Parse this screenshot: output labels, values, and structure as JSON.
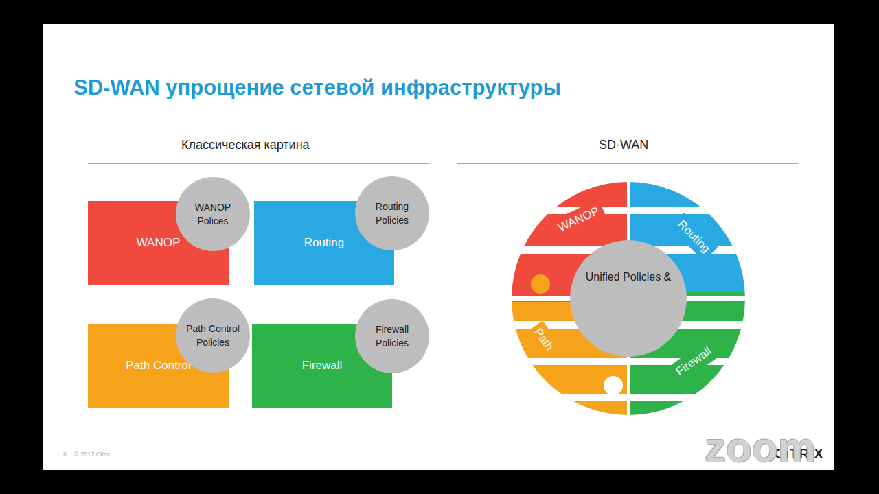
{
  "diagram": {
    "title": "SD-WAN упрощение сетевой инфраструктуры",
    "nodes": [
      {
        "text": [
          "WANOP"
        ]
      },
      {
        "text": [
          "WANOP Polices"
        ]
      },
      {
        "text": [
          "Routing"
        ]
      },
      {
        "text": [
          "Routing Policies"
        ]
      },
      {
        "text": [
          "Path Control"
        ]
      },
      {
        "text": [
          "Path Control Policies"
        ]
      },
      {
        "text": [
          "Firewall"
        ]
      },
      {
        "text": [
          "Firewall Policies"
        ]
      },
      {
        "text": [
          "WANOP"
        ]
      },
      {
        "text": [
          "Routing"
        ]
      },
      {
        "text": [
          "Path"
        ]
      },
      {
        "text": [
          "Firewall"
        ]
      },
      {
        "text": [
          "Unified Policies &"
        ]
      }
    ],
    "edges": [],
    "labels": [
      "Классическая картина",
      "SD-WAN",
      "6",
      "© 2017 Citrix",
      "CiTRIX",
      "zoom"
    ]
  }
}
